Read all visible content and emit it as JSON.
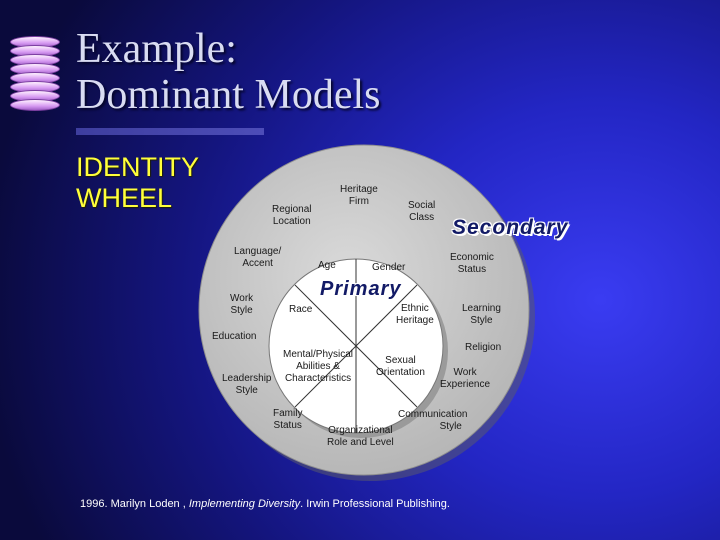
{
  "title": {
    "line1": "Example:",
    "line2": "Dominant Models"
  },
  "subtitle": {
    "line1": "IDENTITY",
    "line2": "WHEEL"
  },
  "wheel": {
    "secondary_heading": "Secondary",
    "primary_heading": "Primary",
    "primary": {
      "age": "Age",
      "gender": "Gender",
      "race": "Race",
      "ethnic_1": "Ethnic",
      "ethnic_2": "Heritage",
      "mental_1": "Mental/Physical",
      "mental_2": "Abilities &",
      "mental_3": "Characteristics",
      "sexual_1": "Sexual",
      "sexual_2": "Orientation"
    },
    "secondary": {
      "heritage_1": "Heritage",
      "heritage_2": "Firm",
      "regional_1": "Regional",
      "regional_2": "Location",
      "social_1": "Social",
      "social_2": "Class",
      "language_1": "Language/",
      "language_2": "Accent",
      "economic_1": "Economic",
      "economic_2": "Status",
      "work_style_1": "Work",
      "work_style_2": "Style",
      "learning_1": "Learning",
      "learning_2": "Style",
      "education": "Education",
      "religion": "Religion",
      "leadership_1": "Leadership",
      "leadership_2": "Style",
      "work_exp_1": "Work",
      "work_exp_2": "Experience",
      "family_1": "Family",
      "family_2": "Status",
      "communication_1": "Communication",
      "communication_2": "Style",
      "organizational_1": "Organizational",
      "organizational_2": "Role and Level"
    }
  },
  "citation": {
    "prefix": "1996. Marilyn Loden , ",
    "book": "Implementing Diversity",
    "suffix": ". Irwin Professional Publishing."
  },
  "colors": {
    "outer_circle": "#c8c8c8",
    "inner_circle": "#ffffff",
    "title_text": "#d9dcf2",
    "subtitle_text": "#ffff3a",
    "heading_text": "#121a66"
  }
}
